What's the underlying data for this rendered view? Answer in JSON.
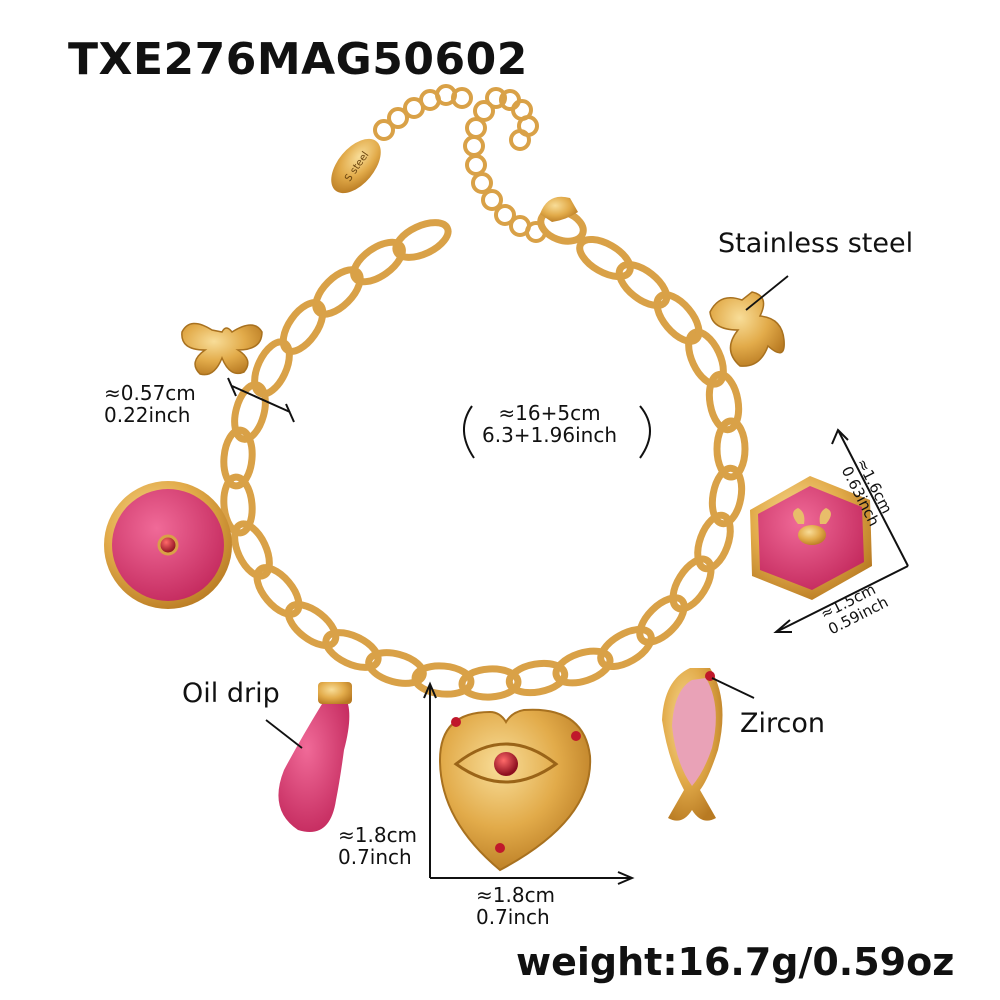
{
  "product_code": "TXE276MAG50602",
  "engraving": "S steel",
  "callouts": {
    "stainless": "Stainless steel",
    "oil_drip": "Oil drip",
    "zircon": "Zircon"
  },
  "dimensions": {
    "link_width": {
      "cm": "≈0.57cm",
      "inch": "0.22inch"
    },
    "length": {
      "cm": "≈16+5cm",
      "inch": "6.3+1.96inch"
    },
    "hexagon_height": {
      "cm": "≈1.6cm",
      "inch": "0.63inch"
    },
    "hexagon_width": {
      "cm": "≈1.5cm",
      "inch": "0.59inch"
    },
    "heart_height": {
      "cm": "≈1.8cm",
      "inch": "0.7inch"
    },
    "heart_width": {
      "cm": "≈1.8cm",
      "inch": "0.7inch"
    }
  },
  "weight": "weight:16.7g/0.59oz",
  "colors": {
    "gold": "#e2ab4a",
    "gold_dark": "#b87a22",
    "enamel_pink": "#d8356d",
    "light_pink": "#e9a2b7",
    "zircon_red": "#c0182b"
  }
}
